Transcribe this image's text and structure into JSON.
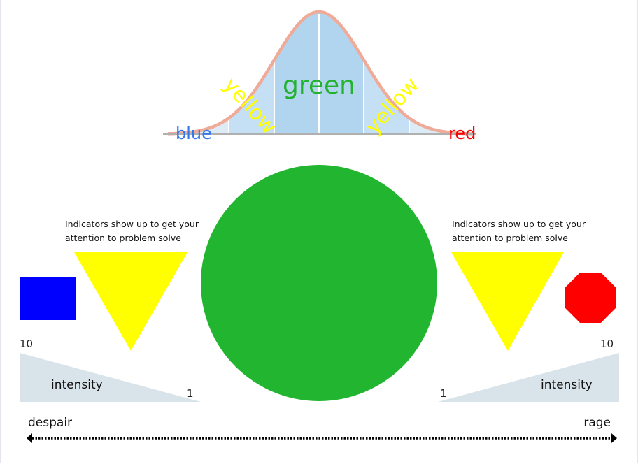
{
  "bell_curve": {
    "labels": {
      "left_tail": "blue",
      "left_band": "yellow",
      "center": "green",
      "right_band": "yellow",
      "right_tail": "red"
    },
    "colors": {
      "tail": "#dcebf6",
      "band": "#c5e0f4",
      "center": "#b2d5ef",
      "curve": "#f0aa98",
      "blue": "#3377ee",
      "yellow": "#ffff00",
      "green": "#22b22e",
      "red": "#ff0000"
    }
  },
  "center_circle": {
    "color": "#21b530"
  },
  "left_panel": {
    "caption_line1": "Indicators show up to get your",
    "caption_line2": "attention to problem solve",
    "scale_max": "10",
    "scale_min": "1",
    "scale_label": "intensity",
    "shape": "blue-square"
  },
  "right_panel": {
    "caption_line1": "Indicators show up to get your",
    "caption_line2": "attention to problem solve",
    "scale_max": "10",
    "scale_min": "1",
    "scale_label": "intensity",
    "shape": "red-octagon"
  },
  "spectrum": {
    "left_label": "despair",
    "right_label": "rage"
  }
}
